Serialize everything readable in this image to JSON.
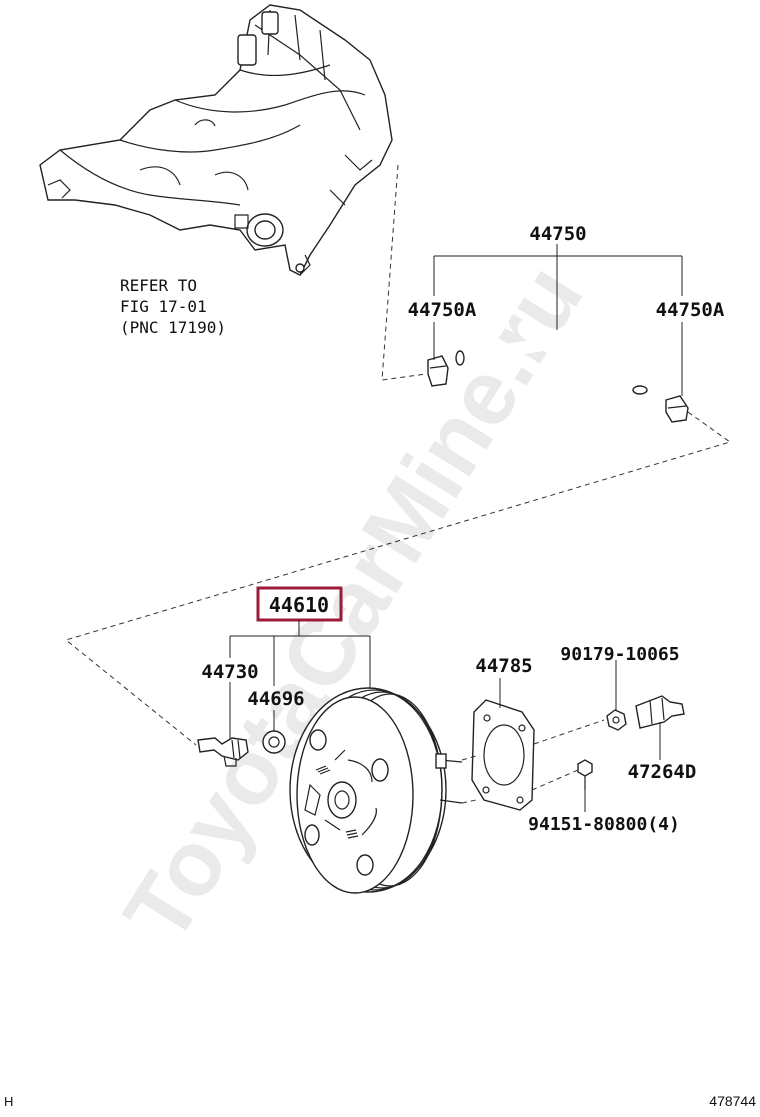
{
  "watermark": "ToyotaCarMine.ru",
  "reference_note": {
    "line1": "REFER TO",
    "line2": "FIG 17-01",
    "line3": "(PNC 17190)"
  },
  "part_labels": {
    "hose": "44750",
    "clamp_left": "44750A",
    "clamp_right": "44750A",
    "booster_assembly": "44610",
    "check_valve": "44730",
    "grommet": "44696",
    "gasket": "44785",
    "nut": "90179-10065",
    "bolt": "94151-80800(4)",
    "clevis": "47264D"
  },
  "highlight_color": "#9b1b3a",
  "footer": {
    "left_code": "H",
    "diagram_number": "478744"
  }
}
